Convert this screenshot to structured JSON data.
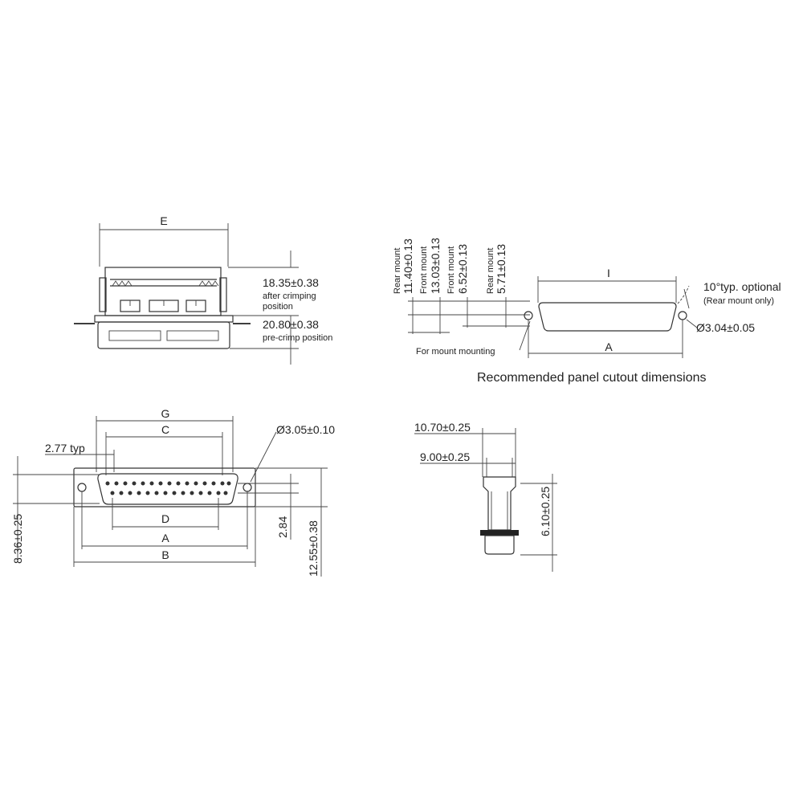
{
  "top_left": {
    "dim_e": "E",
    "dim1_value": "18.35±0.38",
    "dim1_note1": "after crimping",
    "dim1_note2": "position",
    "dim2_value": "20.80±0.38",
    "dim2_note": "pre-crimp position"
  },
  "top_right": {
    "rear_mount_a_label": "Rear mount",
    "rear_mount_a_value": "11.40±0.13",
    "front_mount_a_label": "Front mount",
    "front_mount_a_value": "13.03±0.13",
    "front_mount_b_label": "Front mount",
    "front_mount_b_value": "6.52±0.13",
    "rear_mount_b_label": "Rear mount",
    "rear_mount_b_value": "5.71±0.13",
    "dim_i": "I",
    "dim_a": "A",
    "angle_note": "10°typ. optional",
    "angle_sub": "(Rear mount only)",
    "hole_dia": "Ø3.04±0.05",
    "mount_note": "For mount mounting",
    "caption": "Recommended panel cutout dimensions"
  },
  "bottom_left": {
    "dim_g": "G",
    "dim_c": "C",
    "pitch": "2.77 typ",
    "hole_dia": "Ø3.05±0.10",
    "dim_d": "D",
    "dim_a": "A",
    "dim_b": "B",
    "height": "8.36±0.25",
    "row_offset": "2.84",
    "overall": "12.55±0.38"
  },
  "bottom_right": {
    "width1": "10.70±0.25",
    "width2": "9.00±0.25",
    "height": "6.10±0.25"
  },
  "colors": {
    "line": "#333333",
    "background": "#ffffff"
  }
}
